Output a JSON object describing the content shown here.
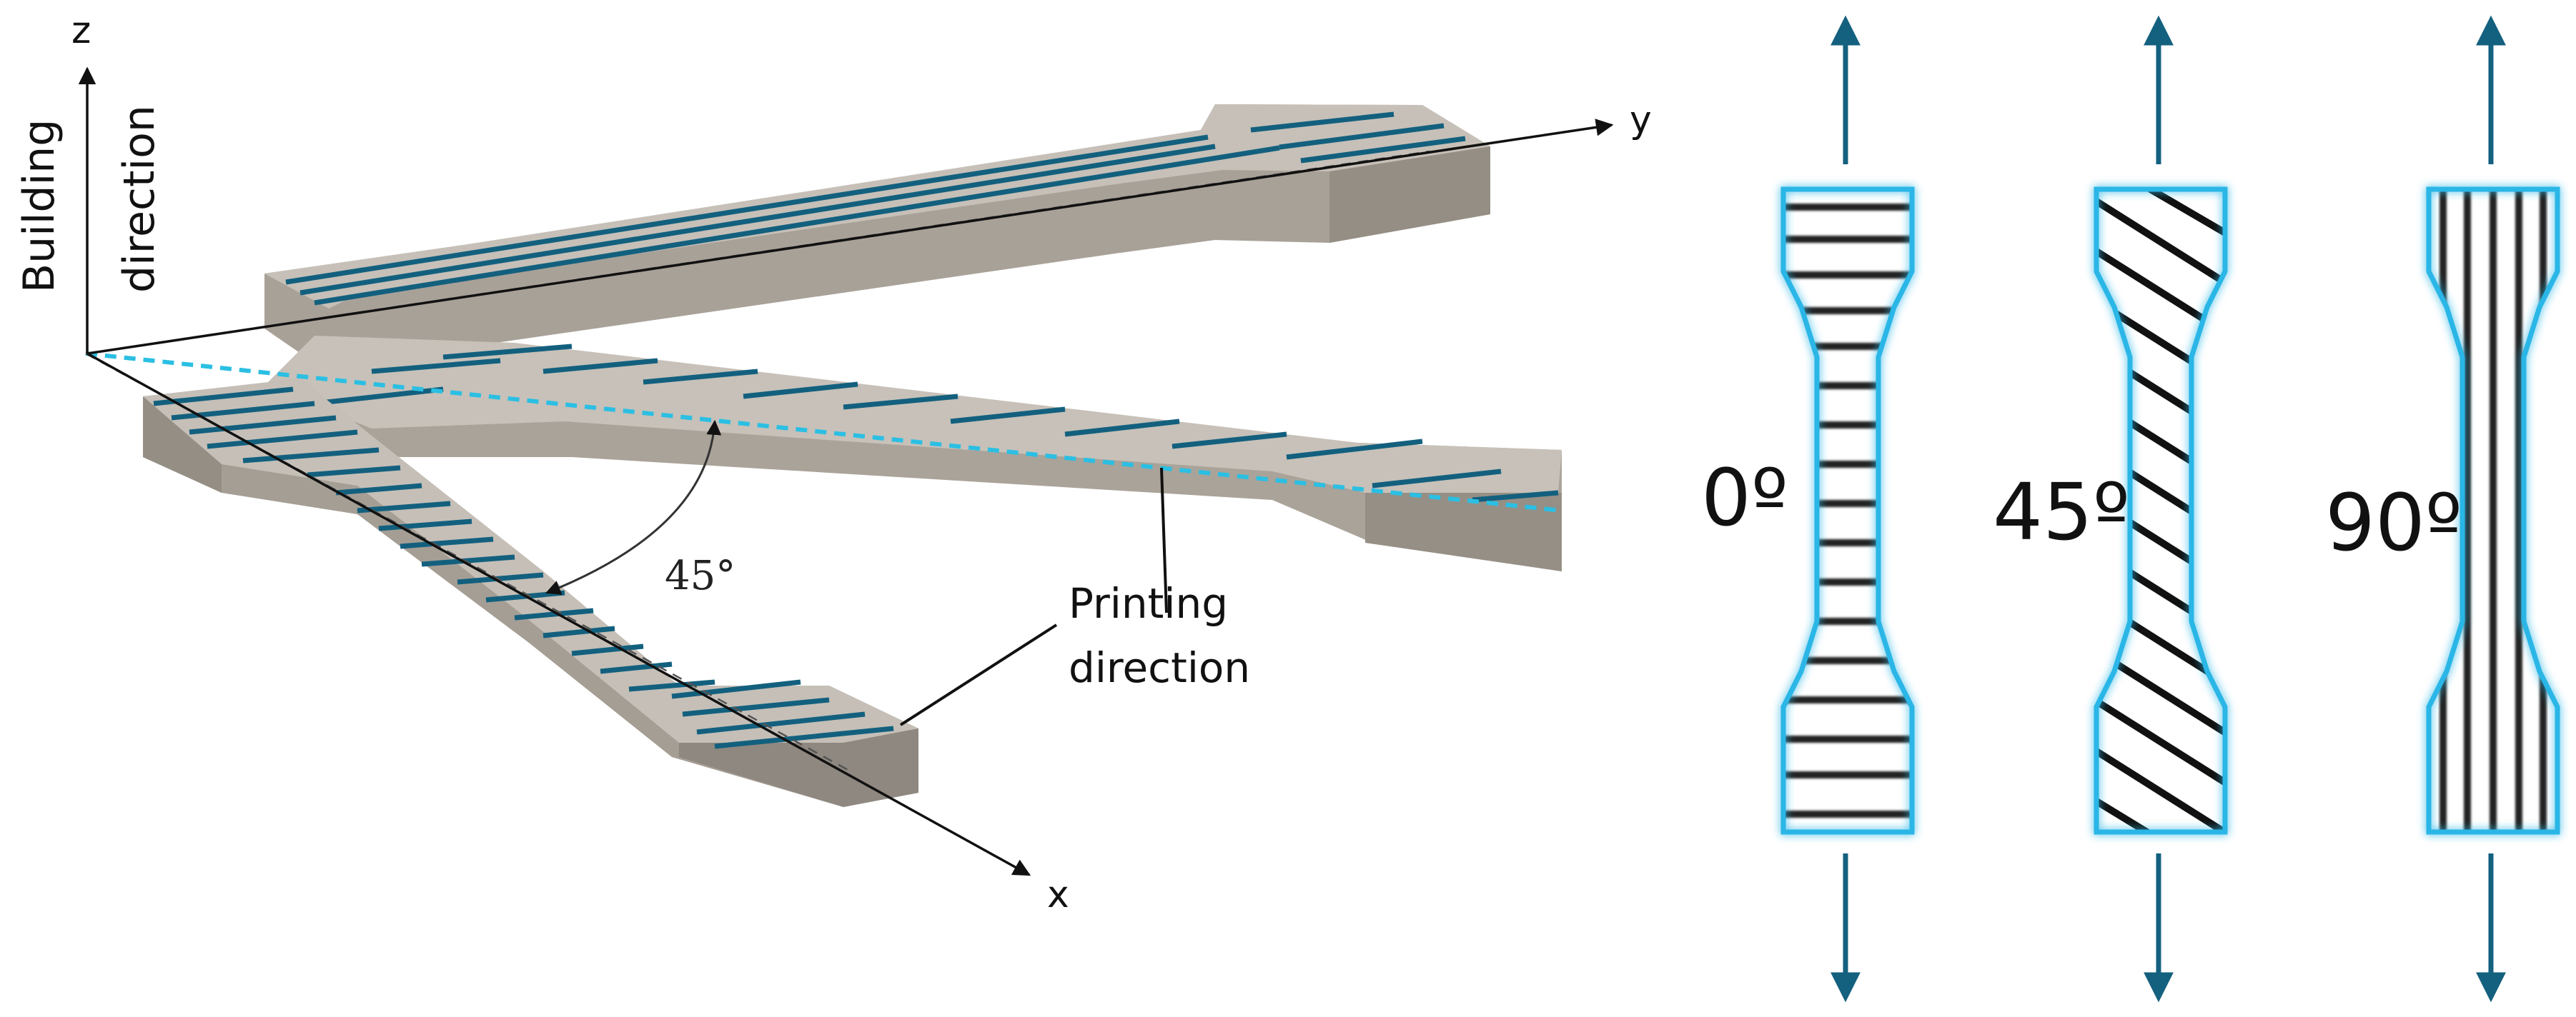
{
  "axes": {
    "z_label": "z",
    "y_label": "y",
    "x_label": "x",
    "building_direction": [
      "Building",
      "direction"
    ]
  },
  "angle_label": "45°",
  "printing_direction": [
    "Printing",
    "direction"
  ],
  "specimens": [
    {
      "label": "0º",
      "raster_angle_deg": 0
    },
    {
      "label": "45º",
      "raster_angle_deg": 45
    },
    {
      "label": "90º",
      "raster_angle_deg": 90
    }
  ],
  "colors": {
    "specimen_body": "#b2aba2",
    "specimen_top": "#c9c3bb",
    "specimen_side": "#9c958c",
    "raster_line": "#13607e",
    "dashed_guide": "#2bbfe3",
    "outline_glow": "#29b6e6",
    "load_arrow": "#14607f",
    "text": "#111111"
  }
}
